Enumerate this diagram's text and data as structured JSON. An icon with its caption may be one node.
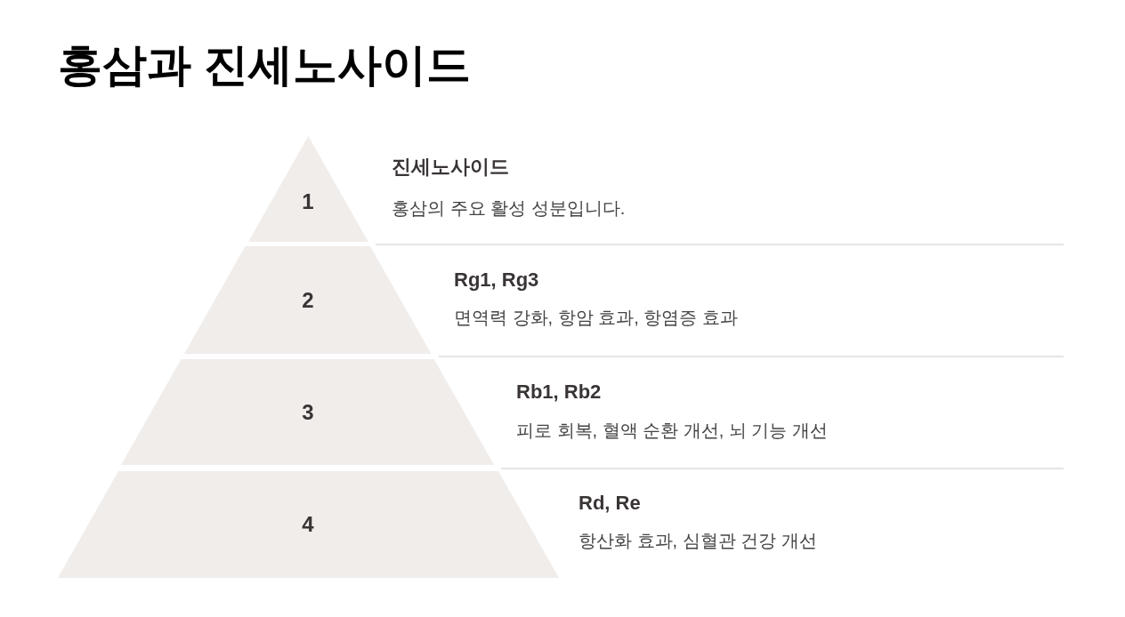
{
  "diagram": {
    "title": "홍삼과 진세노사이드",
    "nodes": [
      {
        "text": [
          "1"
        ],
        "beside": [
          "진세노사이드",
          "홍삼의 주요 활성 성분입니다."
        ]
      },
      {
        "text": [
          "2"
        ],
        "beside": [
          "Rg1, Rg3",
          "면역력 강화, 항암 효과, 항염증 효과"
        ]
      },
      {
        "text": [
          "3"
        ],
        "beside": [
          "Rb1, Rb2",
          "피로 회복, 혈액 순환 개선, 뇌 기능 개선"
        ]
      },
      {
        "text": [
          "4"
        ],
        "beside": [
          "Rd, Re",
          "항산화 효과, 심혈관 건강 개선"
        ]
      }
    ]
  }
}
